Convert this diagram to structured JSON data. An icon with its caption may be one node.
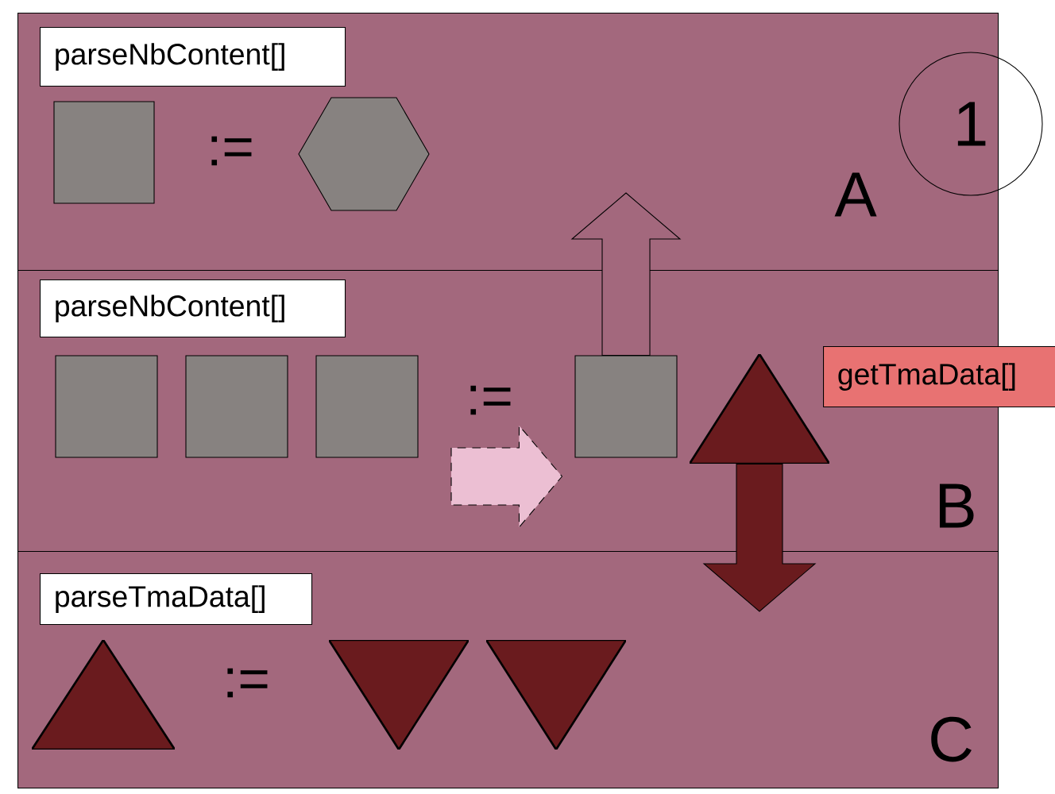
{
  "diagram": {
    "nodes": [
      {
        "text": [
          "A"
        ]
      },
      {
        "text": [
          "parseNbContent[]"
        ],
        "in": 0
      },
      {
        "text": [],
        "shape": "box",
        "in": 0
      },
      {
        "text": [],
        "shape": "hexagon",
        "in": 0
      },
      {
        "text": [
          "1"
        ]
      },
      {
        "text": [
          "B"
        ]
      },
      {
        "text": [
          "parseNbContent[]"
        ],
        "in": 5
      },
      {
        "text": [],
        "shape": "box",
        "in": 5
      },
      {
        "text": [],
        "shape": "box",
        "in": 5
      },
      {
        "text": [],
        "shape": "box",
        "in": 5
      },
      {
        "text": [],
        "shape": "box",
        "in": 5
      },
      {
        "text": [],
        "shape": "triangle",
        "in": 5
      },
      {
        "text": [
          "getTmaData[]"
        ]
      },
      {
        "text": [
          "C"
        ]
      },
      {
        "text": [
          "parseTmaData[]"
        ],
        "in": 13
      },
      {
        "text": [],
        "shape": "triangle",
        "in": 13
      },
      {
        "text": [],
        "shape": "triangle",
        "in": 13
      },
      {
        "text": [],
        "shape": "triangle",
        "in": 13
      }
    ],
    "edges": [
      {
        "from": 10,
        "to": 0,
        "arrow": "to",
        "color": "#a3687d"
      },
      {
        "from": 11,
        "to": 13,
        "arrow": "to",
        "color": "#6a1b1e"
      },
      {
        "from": null,
        "to": 10,
        "arrow": "to",
        "style": "dashed",
        "color": "#ecbfd3"
      }
    ],
    "labels": [
      ":=",
      ":=",
      ":="
    ]
  }
}
